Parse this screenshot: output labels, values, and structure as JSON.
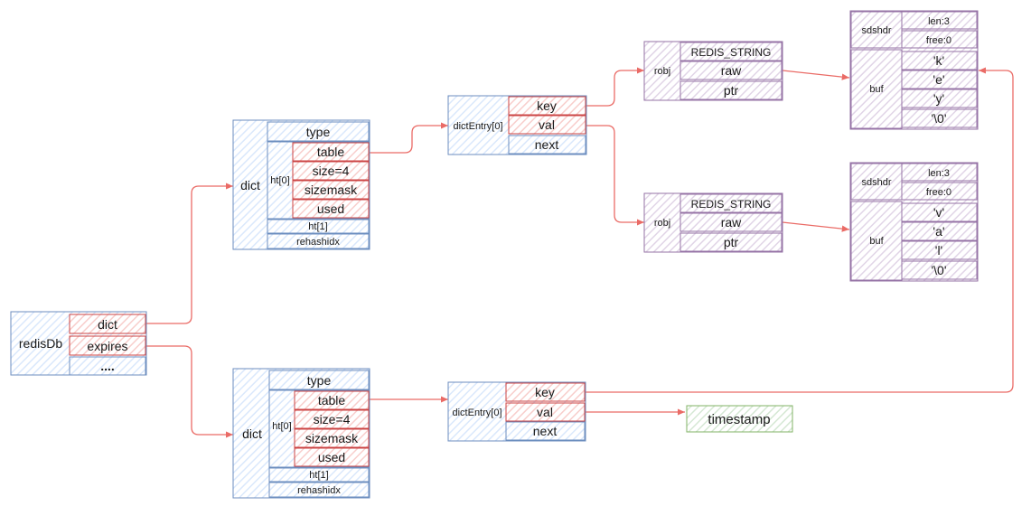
{
  "colors": {
    "blue": "#6c8ebf",
    "red": "#cc4444",
    "purple": "#9673a6",
    "green": "#82b366",
    "arrow": "#ea6b66"
  },
  "redisDb": {
    "title": "redisDb",
    "fields": [
      "dict",
      "expires",
      "...."
    ]
  },
  "dict_main": {
    "title": "dict",
    "type": "type",
    "ht0": "ht[0]",
    "ht0_fields": [
      "table",
      "size=4",
      "sizemask",
      "used"
    ],
    "ht1": "ht[1]",
    "rehashidx": "rehashidx"
  },
  "dict_expires": {
    "title": "dict",
    "type": "type",
    "ht0": "ht[0]",
    "ht0_fields": [
      "table",
      "size=4",
      "sizemask",
      "used"
    ],
    "ht1": "ht[1]",
    "rehashidx": "rehashidx"
  },
  "entry_main": {
    "title": "dictEntry[0]",
    "fields": [
      "key",
      "val",
      "next"
    ]
  },
  "entry_expires": {
    "title": "dictEntry[0]",
    "fields": [
      "key",
      "val",
      "next"
    ]
  },
  "robj_key": {
    "title": "robj",
    "fields": [
      "REDIS_STRING",
      "raw",
      "ptr"
    ]
  },
  "robj_val": {
    "title": "robj",
    "fields": [
      "REDIS_STRING",
      "raw",
      "ptr"
    ]
  },
  "sds_key": {
    "header": "sdshdr",
    "len": "len:3",
    "free": "free:0",
    "buf": "buf",
    "chars": [
      "'k'",
      "'e'",
      "'y'",
      "'\\0'"
    ]
  },
  "sds_val": {
    "header": "sdshdr",
    "len": "len:3",
    "free": "free:0",
    "buf": "buf",
    "chars": [
      "'v'",
      "'a'",
      "'l'",
      "'\\0'"
    ]
  },
  "timestamp": "timestamp"
}
